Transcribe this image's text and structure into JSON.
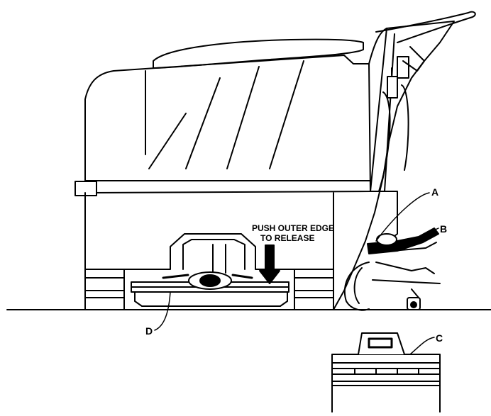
{
  "diagram": {
    "callouts": {
      "a": "A",
      "b": "B",
      "c": "C",
      "d": "D"
    },
    "instruction": {
      "line1": "PUSH OUTER EDGE",
      "line2": "TO RELEASE"
    }
  },
  "colors": {
    "ink": "#000000",
    "background": "#ffffff"
  }
}
